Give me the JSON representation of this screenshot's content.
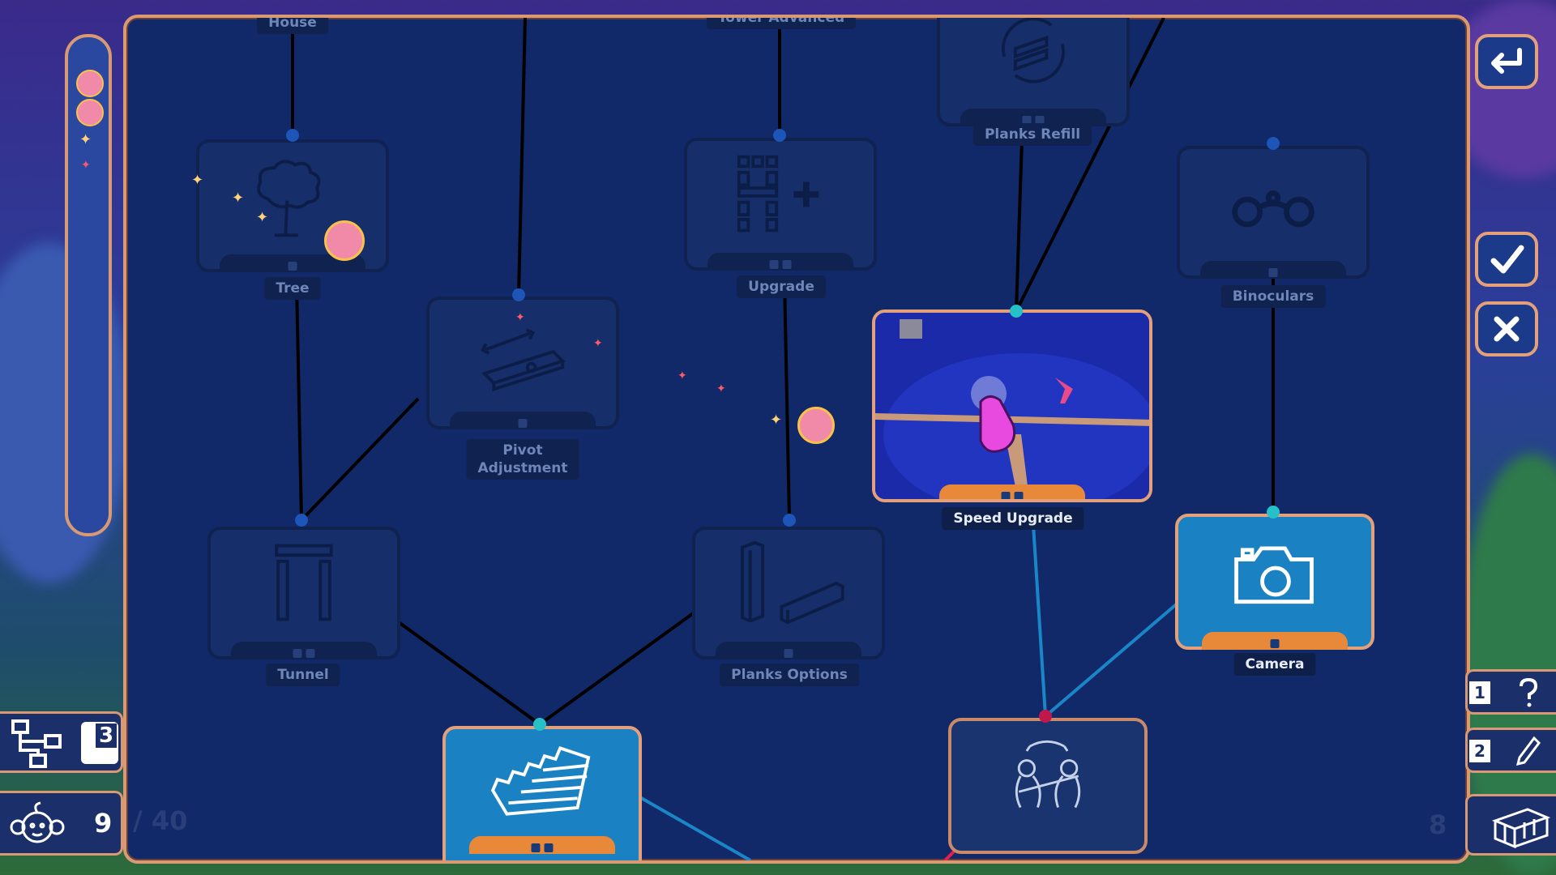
{
  "colors": {
    "panel": "#112968",
    "border": "#d99a73",
    "active_node": "#1a82c2",
    "tab_orange": "#e8893a",
    "link_black": "#000000",
    "link_blue": "#1a86c8",
    "link_red": "#e0204a"
  },
  "top_cut_label_left": "House",
  "top_cut_label_mid": "Tower Advanced",
  "nodes": {
    "tree": {
      "label": "Tree",
      "icon": "tree-icon",
      "state": "locked"
    },
    "pivot": {
      "label": "Pivot\nAdjustment",
      "icon": "pivot-plank-icon",
      "state": "locked"
    },
    "upgrade": {
      "label": "Upgrade",
      "icon": "ladder-plus-icon",
      "state": "locked"
    },
    "planks_refill": {
      "label": "Planks Refill",
      "icon": "planks-refill-icon",
      "state": "locked"
    },
    "binoculars": {
      "label": "Binoculars",
      "icon": "binoculars-icon",
      "state": "locked"
    },
    "speed_upgrade": {
      "label": "Speed Upgrade",
      "icon": "speed-preview-image",
      "state": "selected"
    },
    "tunnel": {
      "label": "Tunnel",
      "icon": "tunnel-icon",
      "state": "locked"
    },
    "planks_options": {
      "label": "Planks Options",
      "icon": "planks-icon",
      "state": "locked"
    },
    "camera": {
      "label": "Camera",
      "icon": "camera-icon",
      "state": "unlocked"
    },
    "stairs": {
      "label": "",
      "icon": "stairs-icon",
      "state": "unlocked"
    },
    "monkeys": {
      "label": "",
      "icon": "monkeys-swing-icon",
      "state": "locked"
    }
  },
  "hud": {
    "level_badge": "3",
    "currency": "9",
    "currency_total": "/ 40",
    "right_slot_1": "1",
    "right_slot_2": "2",
    "right_count": "8"
  },
  "buttons": {
    "back": "back-arrow-icon",
    "confirm": "checkmark-icon",
    "cancel": "close-icon",
    "help": "question-icon",
    "edit": "pencil-icon"
  }
}
